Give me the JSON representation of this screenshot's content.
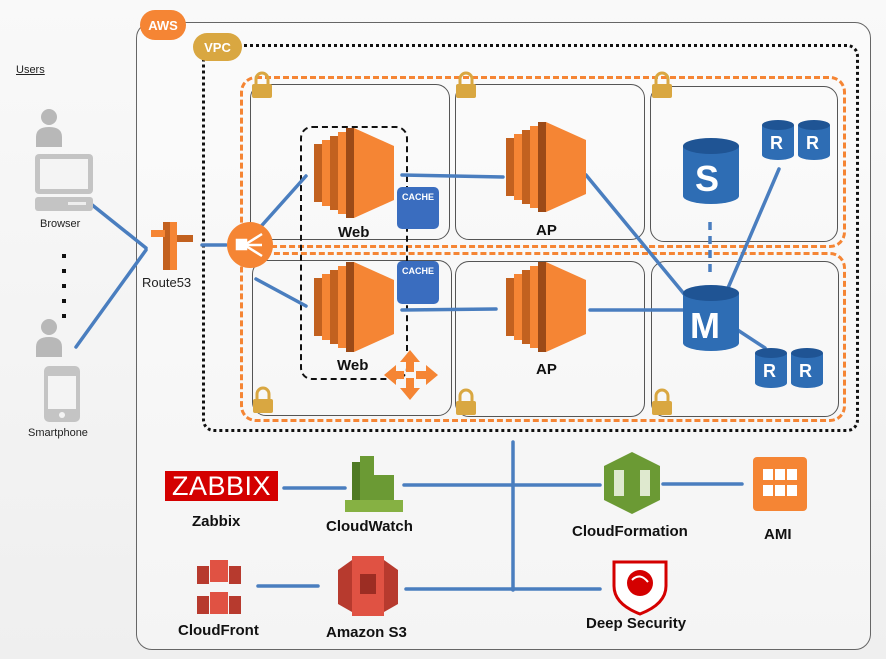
{
  "users": {
    "heading": "Users",
    "browser_label": "Browser",
    "smartphone_label": "Smartphone"
  },
  "cloud": {
    "aws_badge": "AWS",
    "vpc_badge": "VPC",
    "route53_label": "Route53"
  },
  "tiers": {
    "web_label": "Web",
    "ap_label": "AP",
    "cache_label": "CACHE",
    "db_master": "M",
    "db_standby": "S",
    "db_replica": "R"
  },
  "services": {
    "zabbix_logo": "ZABBIX",
    "zabbix_label": "Zabbix",
    "cloudwatch_label": "CloudWatch",
    "cloudformation_label": "CloudFormation",
    "ami_label": "AMI",
    "cloudfront_label": "CloudFront",
    "s3_label": "Amazon S3",
    "deepsecurity_label": "Deep Security"
  },
  "colors": {
    "aws_orange": "#f58534",
    "vpc_gold": "#d9a741",
    "link_blue": "#4a7ebf",
    "db_blue": "#2e6db4",
    "zabbix_red": "#d40000",
    "s3_red": "#e05243",
    "cloudwatch_green": "#6b9a34"
  }
}
